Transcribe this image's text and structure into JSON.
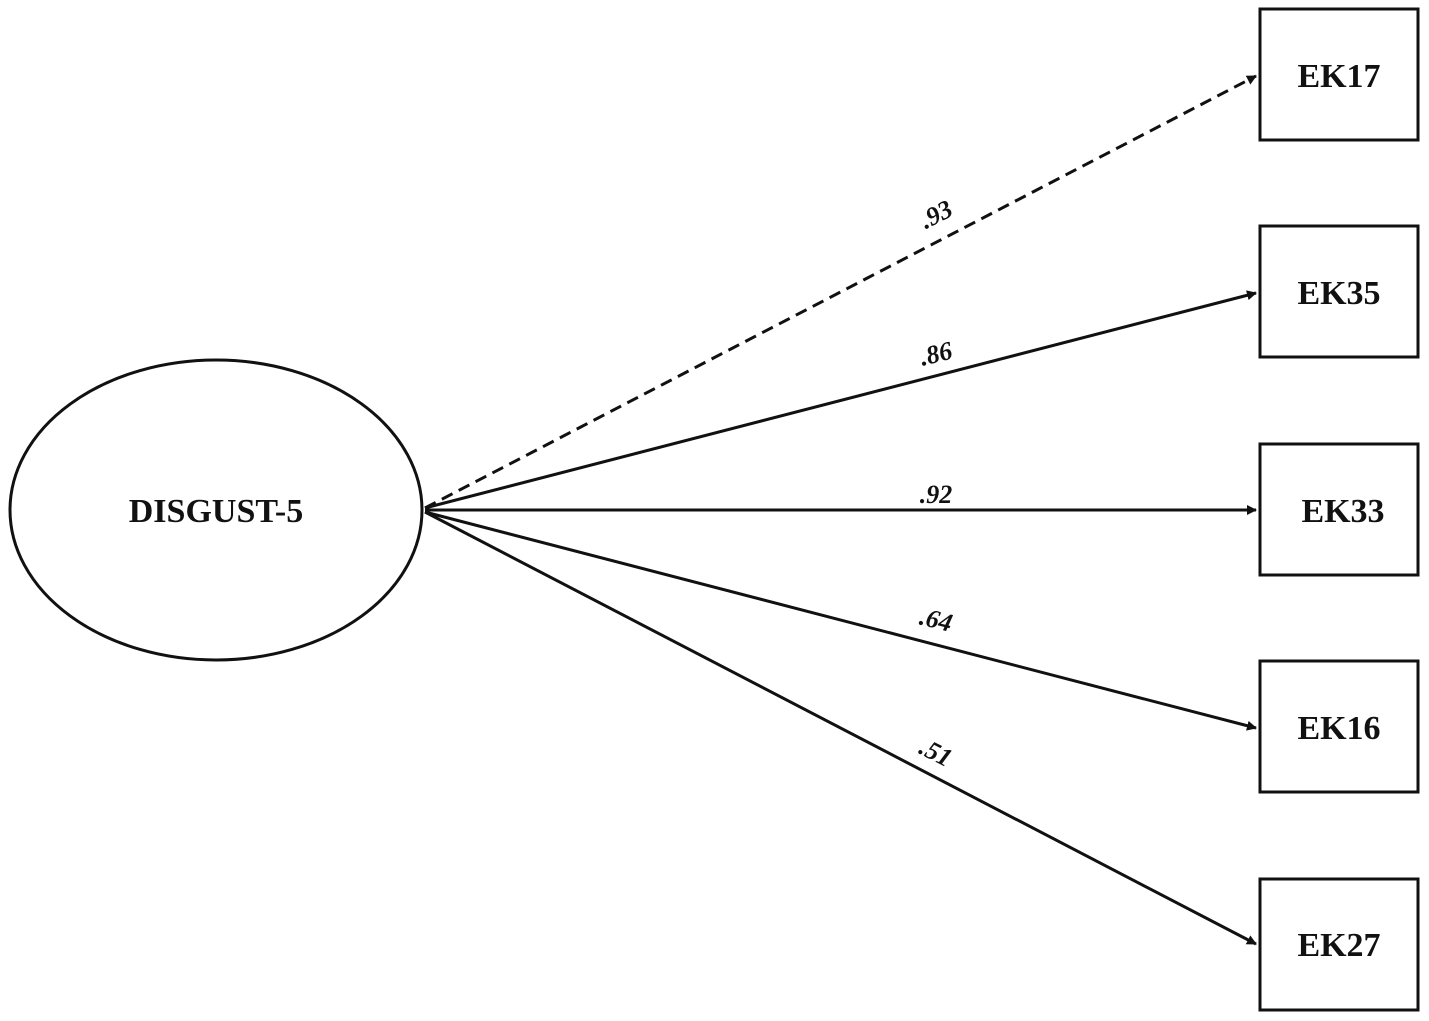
{
  "diagram": {
    "latent": {
      "label": "DISGUST-5"
    },
    "indicators": [
      {
        "label": "EK17",
        "loading": ".93",
        "dashed": true
      },
      {
        "label": "EK35",
        "loading": ".86",
        "dashed": false
      },
      {
        "label": "EK33",
        "loading": ".92",
        "dashed": false
      },
      {
        "label": "EK16",
        "loading": ".64",
        "dashed": false
      },
      {
        "label": "EK27",
        "loading": ".51",
        "dashed": false
      }
    ],
    "colors": {
      "stroke": "#111111",
      "background": "#ffffff"
    }
  }
}
